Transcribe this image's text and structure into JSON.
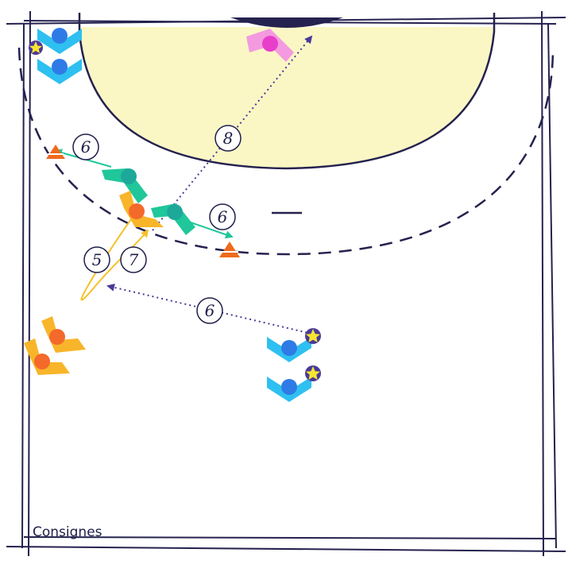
{
  "caption": "Consignes",
  "colors": {
    "lines": "#25224f",
    "goal_area": "#fbf7c5",
    "blue_player": "#2e7be6",
    "blue_shape": "#2ec0f0",
    "orange_player": "#f46a2a",
    "orange_shape": "#f8b52a",
    "teal_player": "#1ea89a",
    "teal_shape": "#1fc79a",
    "pink_player": "#e83fcb",
    "pink_shape": "#f49ae0",
    "star": "#f6e52f",
    "cone_orange": "#ef6a1d",
    "arrow_purple": "#4a3a9a",
    "arrow_yellow": "#f5c02a",
    "arrow_teal": "#1fc79a"
  },
  "markers": {
    "m8": "8",
    "m6_left": "6",
    "m6_right": "6",
    "m5": "5",
    "m7": "7",
    "m6_bottom": "6"
  }
}
